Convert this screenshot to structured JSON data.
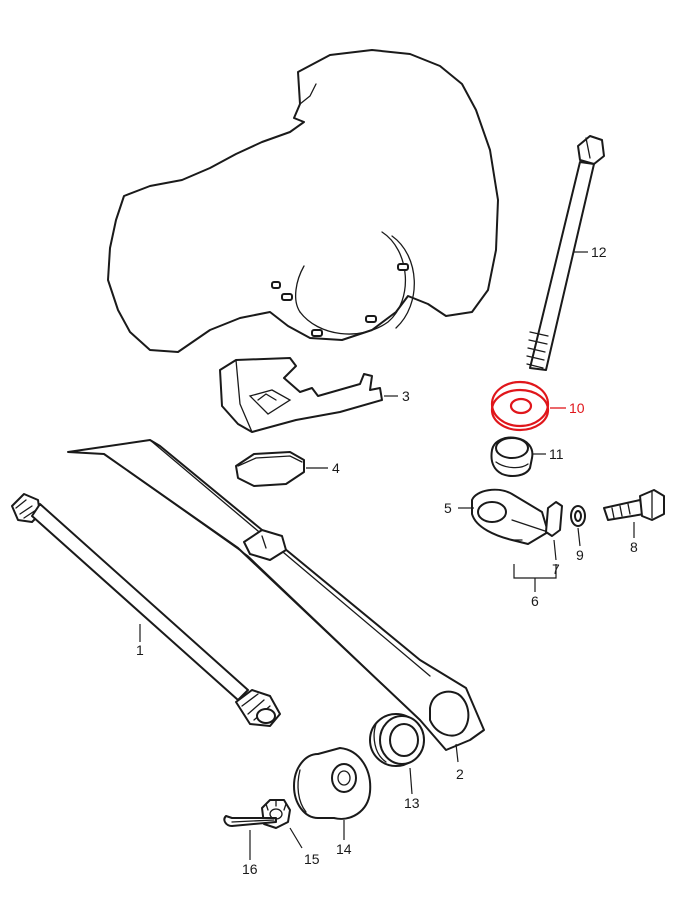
{
  "highlight_color": "#e0161b",
  "line_color": "#1a1a1a",
  "labels": {
    "p1": "1",
    "p2": "2",
    "p3": "3",
    "p4": "4",
    "p5": "5",
    "p6": "6",
    "p7": "7",
    "p8": "8",
    "p9": "9",
    "p10": "10",
    "p11": "11",
    "p12": "12",
    "p13": "13",
    "p14": "14",
    "p15": "15",
    "p16": "16"
  },
  "highlighted_part": "10"
}
